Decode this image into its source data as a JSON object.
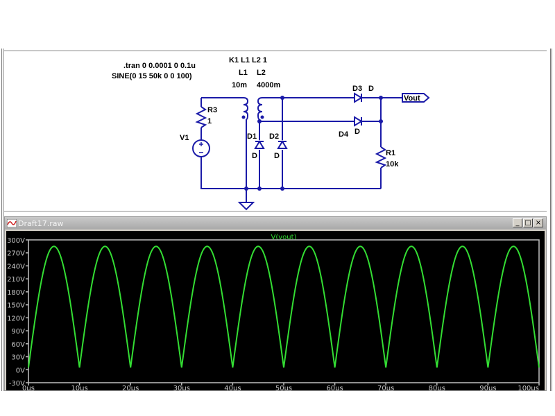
{
  "schematic": {
    "directives": {
      "tran": ".tran 0 0.0001 0 0.1u",
      "source": "SINE(0 15 50k 0 0 100)",
      "coupling": "K1 L1 L2 1"
    },
    "components": {
      "L1": {
        "name": "L1",
        "value": "10m"
      },
      "L2": {
        "name": "L2",
        "value": "4000m"
      },
      "R3": {
        "name": "R3",
        "value": "1"
      },
      "V1": {
        "name": "V1"
      },
      "D1": {
        "name": "D1",
        "model": "D"
      },
      "D2": {
        "name": "D2",
        "model": "D"
      },
      "D3": {
        "name": "D3",
        "model": "D"
      },
      "D4": {
        "name": "D4",
        "model": "D"
      },
      "R1": {
        "name": "R1",
        "value": "10k"
      }
    },
    "net_label": "Vout",
    "wire_color": "#1a1aa8"
  },
  "plot_window": {
    "title": "Draft17.raw",
    "buttons": {
      "minimize": "_",
      "maximize": "□",
      "close": "×"
    }
  },
  "chart_data": {
    "type": "line",
    "title": "V(vout)",
    "xlabel": "",
    "ylabel": "",
    "x_unit": "µs",
    "y_unit": "V",
    "xlim": [
      0,
      100
    ],
    "ylim": [
      -30,
      300
    ],
    "x_ticks": [
      "0µs",
      "10µs",
      "20µs",
      "30µs",
      "40µs",
      "50µs",
      "60µs",
      "70µs",
      "80µs",
      "90µs",
      "100µs"
    ],
    "y_ticks": [
      "300V",
      "270V",
      "240V",
      "210V",
      "180V",
      "150V",
      "120V",
      "90V",
      "60V",
      "30V",
      "0V",
      "-30V"
    ],
    "grid": false,
    "series": [
      {
        "name": "V(vout)",
        "color": "#33dd33",
        "waveform": "full-wave rectified sine",
        "frequency_khz": 50,
        "peak_v": 285,
        "min_v": 5
      }
    ]
  }
}
